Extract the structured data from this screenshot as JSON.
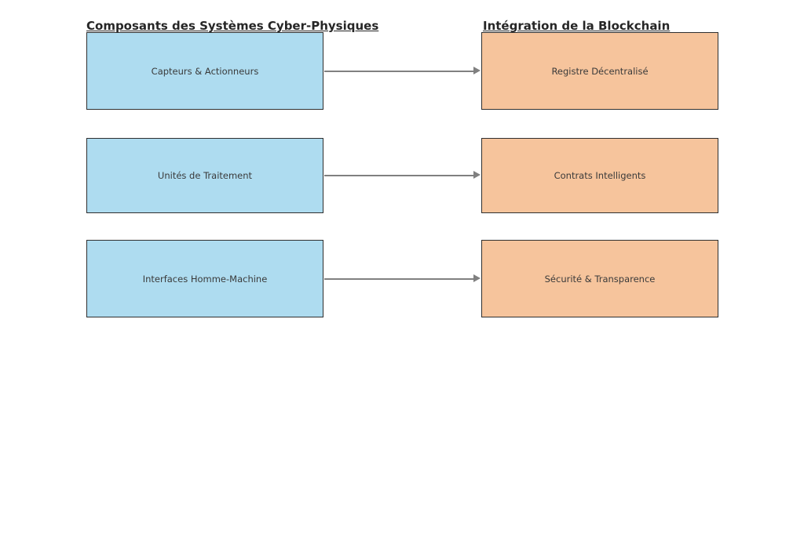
{
  "colors": {
    "left_box_fill": "#AEDCF0",
    "right_box_fill": "#F6C49C",
    "box_border": "#2F2F2F",
    "arrow": "#808080",
    "title_text": "#262626",
    "box_text": "#3A3A3A",
    "background": "#FFFFFF"
  },
  "left_column": {
    "title": "Composants des Systèmes Cyber-Physiques",
    "boxes": [
      {
        "label": "Capteurs & Actionneurs"
      },
      {
        "label": "Unités de Traitement"
      },
      {
        "label": "Interfaces Homme-Machine"
      }
    ]
  },
  "right_column": {
    "title": "Intégration de la Blockchain",
    "boxes": [
      {
        "label": "Registre Décentralisé"
      },
      {
        "label": "Contrats Intelligents"
      },
      {
        "label": "Sécurité & Transparence"
      }
    ]
  },
  "connections": [
    {
      "from": "Capteurs & Actionneurs",
      "to": "Registre Décentralisé"
    },
    {
      "from": "Unités de Traitement",
      "to": "Contrats Intelligents"
    },
    {
      "from": "Interfaces Homme-Machine",
      "to": "Sécurité & Transparence"
    }
  ]
}
